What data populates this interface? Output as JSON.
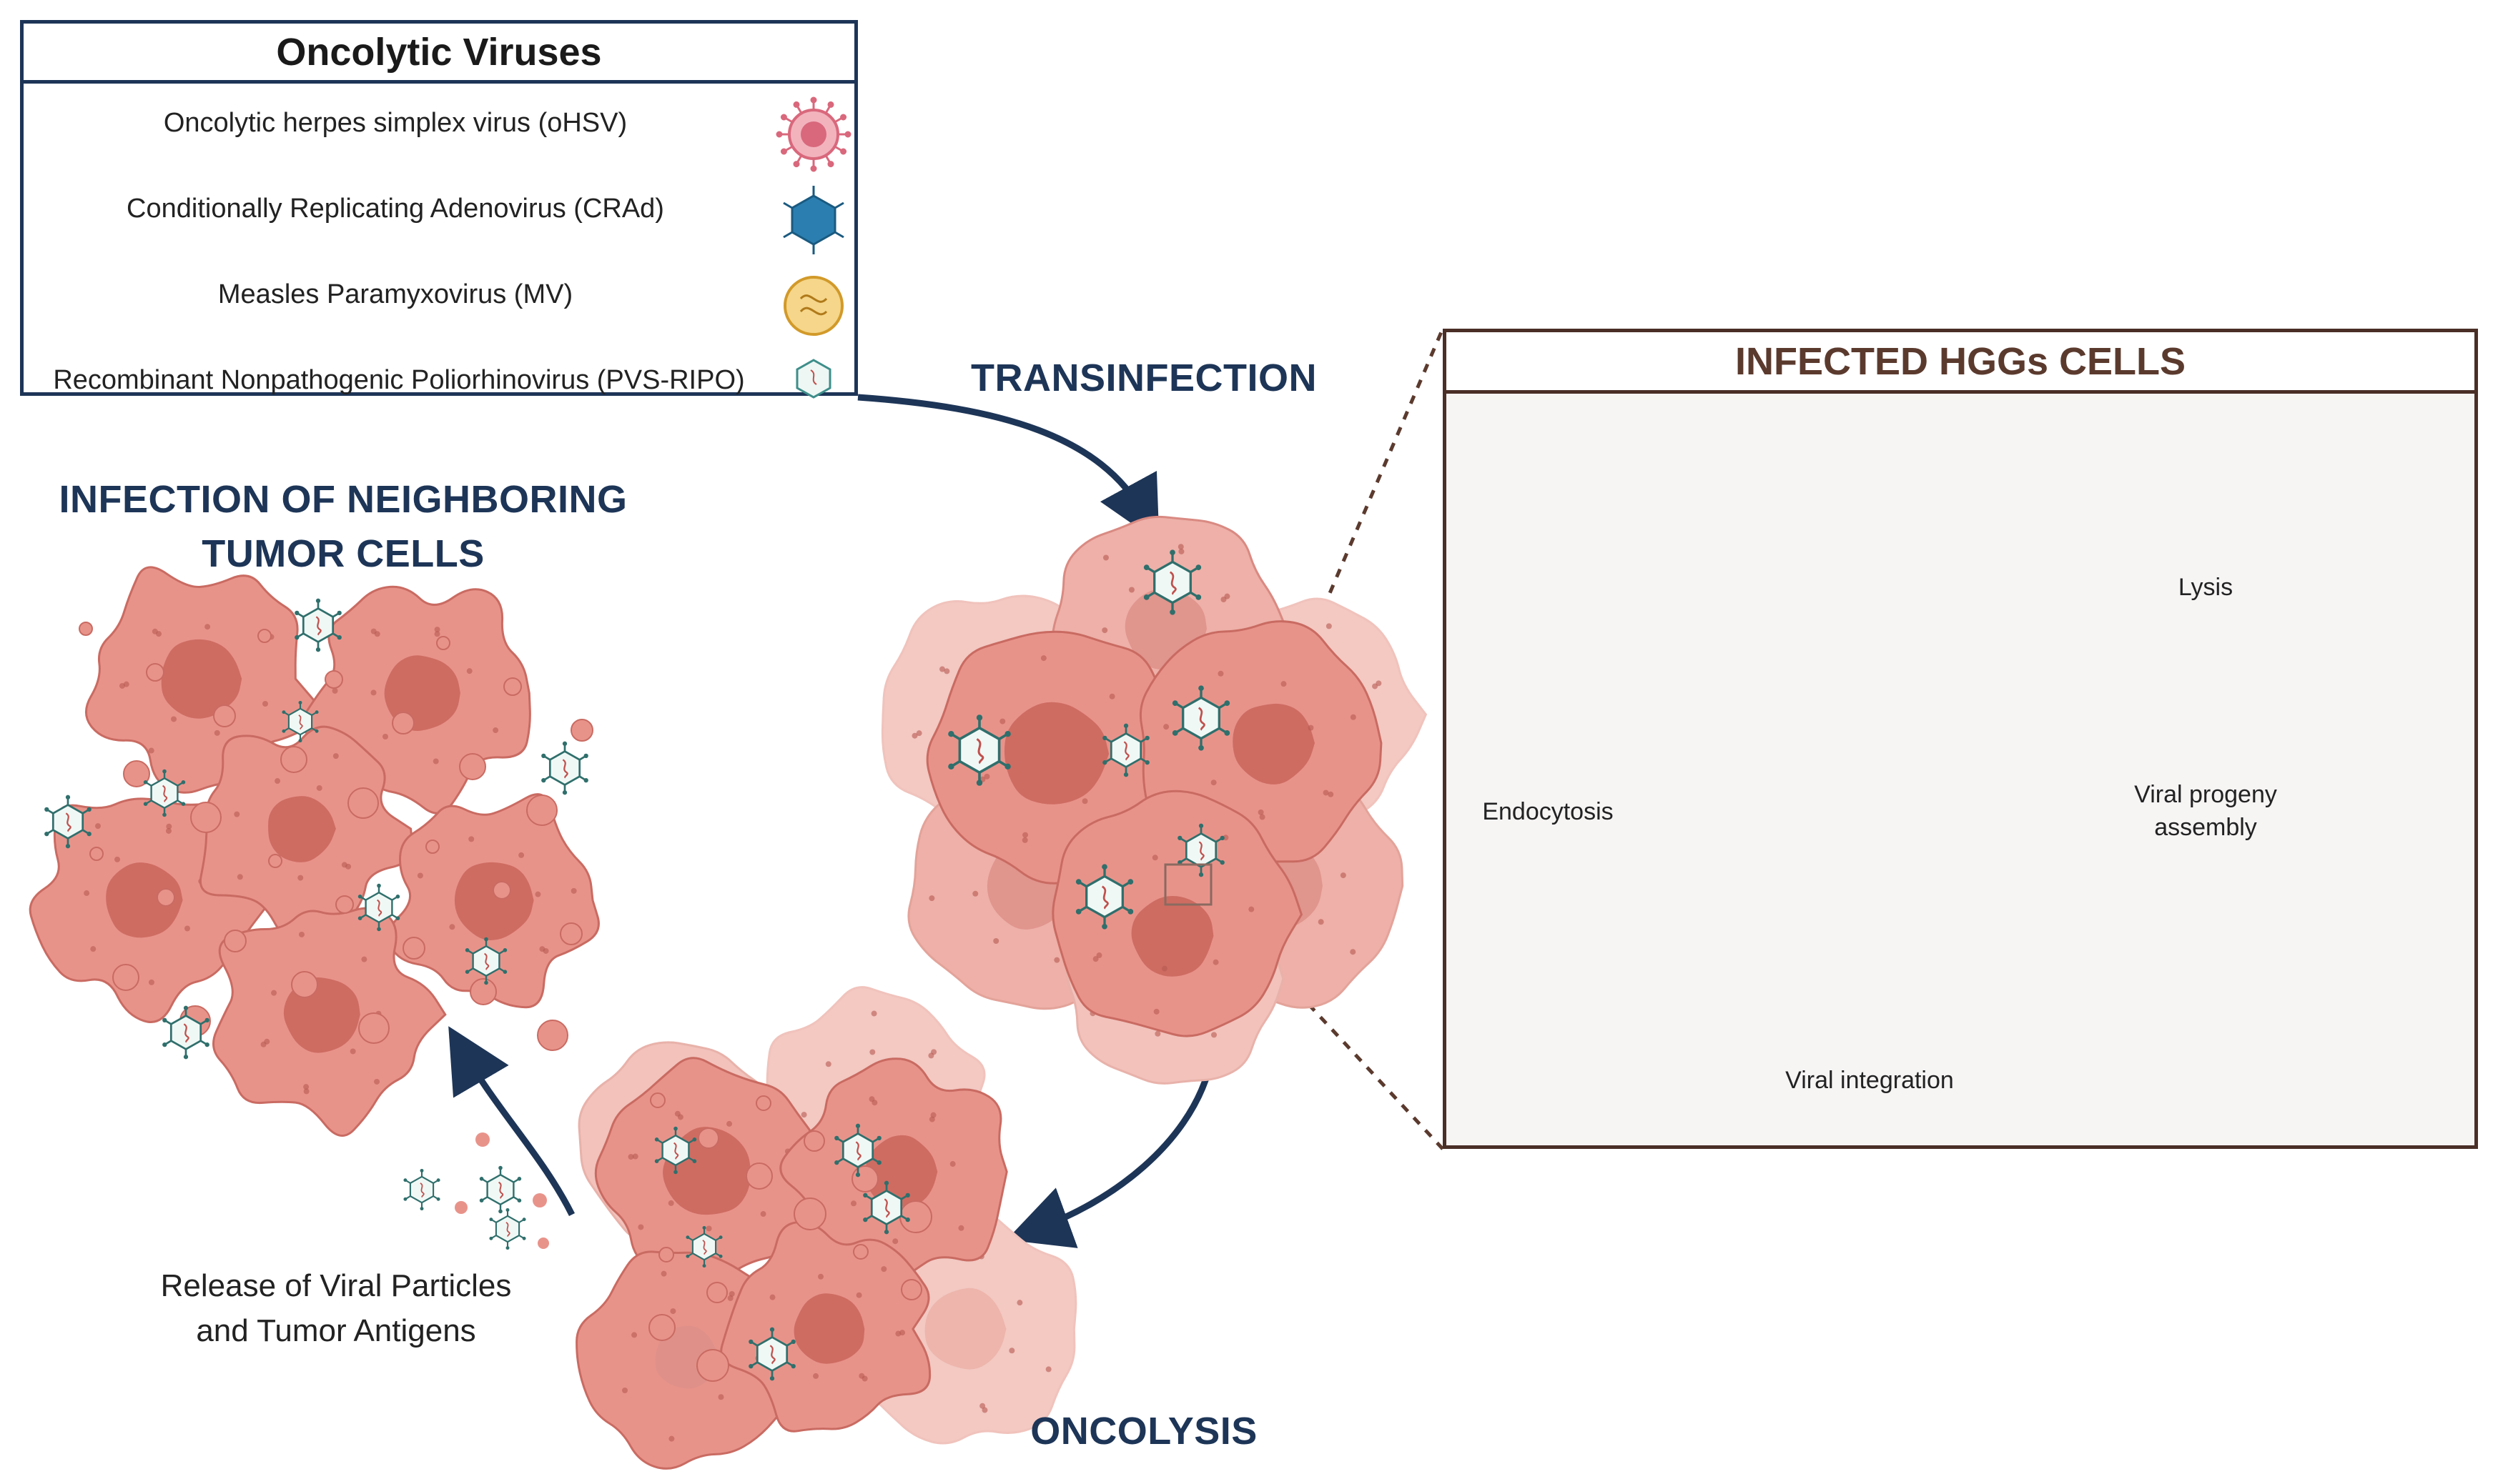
{
  "legend": {
    "title": "Oncolytic Viruses",
    "items": [
      {
        "label": "Oncolytic herpes simplex virus (oHSV)",
        "icon": "herpes-virus-icon",
        "color": "#d9687c"
      },
      {
        "label": "Conditionally Replicating Adenovirus (CRAd)",
        "icon": "adenovirus-icon",
        "color": "#2b7fb0"
      },
      {
        "label": "Measles Paramyxovirus (MV)",
        "icon": "measles-virus-icon",
        "color": "#e5b44f"
      },
      {
        "label": "Recombinant Nonpathogenic Poliorhinovirus (PVS-RIPO)",
        "icon": "poliovirus-icon",
        "color": "#3e8e8a"
      }
    ]
  },
  "stages": {
    "transinfection": "TRANSINFECTION",
    "infection_neighbor_line1": "INFECTION OF NEIGHBORING",
    "infection_neighbor_line2": "TUMOR CELLS",
    "oncolysis": "ONCOLYSIS",
    "release_line1": "Release of Viral Particles",
    "release_line2": "and Tumor Antigens"
  },
  "panel": {
    "title": "INFECTED HGGs CELLS",
    "endocytosis": "Endocytosis",
    "viral_integration": "Viral integration",
    "viral_progeny_line1": "Viral progeny",
    "viral_progeny_line2": "assembly",
    "lysis": "Lysis"
  },
  "colors": {
    "navy": "#1d3557",
    "cell": "#e8938a",
    "cell_light": "#f3c9c2",
    "nucleus": "#c9655a",
    "membrane": "#d9767a",
    "panel_border": "#4a2f27"
  }
}
